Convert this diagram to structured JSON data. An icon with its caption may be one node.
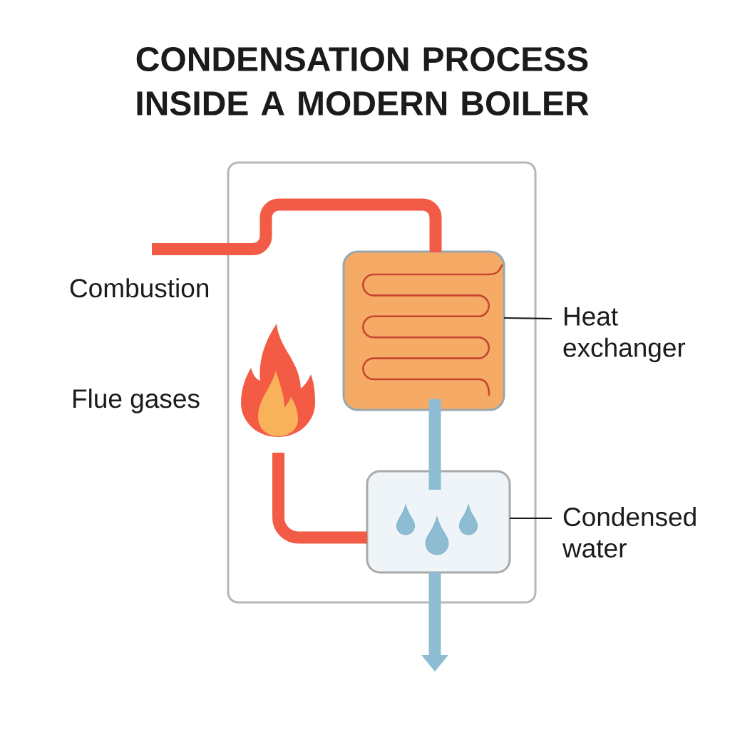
{
  "diagram": {
    "title": "CONDENSATION PROCESS INSIDE A MODERN BOILER",
    "nodes": [
      {
        "text": [],
        "shape": "box"
      },
      {
        "text": [],
        "shape": "box",
        "in": 0
      },
      {
        "text": [],
        "shape": "picture",
        "in": 0
      },
      {
        "text": [],
        "shape": "box",
        "in": 0
      },
      {
        "text": [
          "Heat exchanger"
        ]
      },
      {
        "text": [
          "Condensed water"
        ]
      }
    ],
    "edges": [
      {
        "from": null,
        "to": 1,
        "arrow": "none",
        "color": "#f25b45"
      },
      {
        "from": 1,
        "to": 3,
        "arrow": "none",
        "color": "#8ebdd3"
      },
      {
        "from": 2,
        "to": 3,
        "arrow": "none",
        "color": "#f25b45"
      },
      {
        "from": 3,
        "to": null,
        "arrow": "to",
        "color": "#8ebdd3"
      },
      {
        "from": 4,
        "to": 1,
        "arrow": "none",
        "color": "#1b1b1b"
      },
      {
        "from": 5,
        "to": 3,
        "arrow": "none",
        "color": "#1b1b1b"
      }
    ],
    "labels": [
      "Combustion",
      "Flue gases"
    ]
  }
}
